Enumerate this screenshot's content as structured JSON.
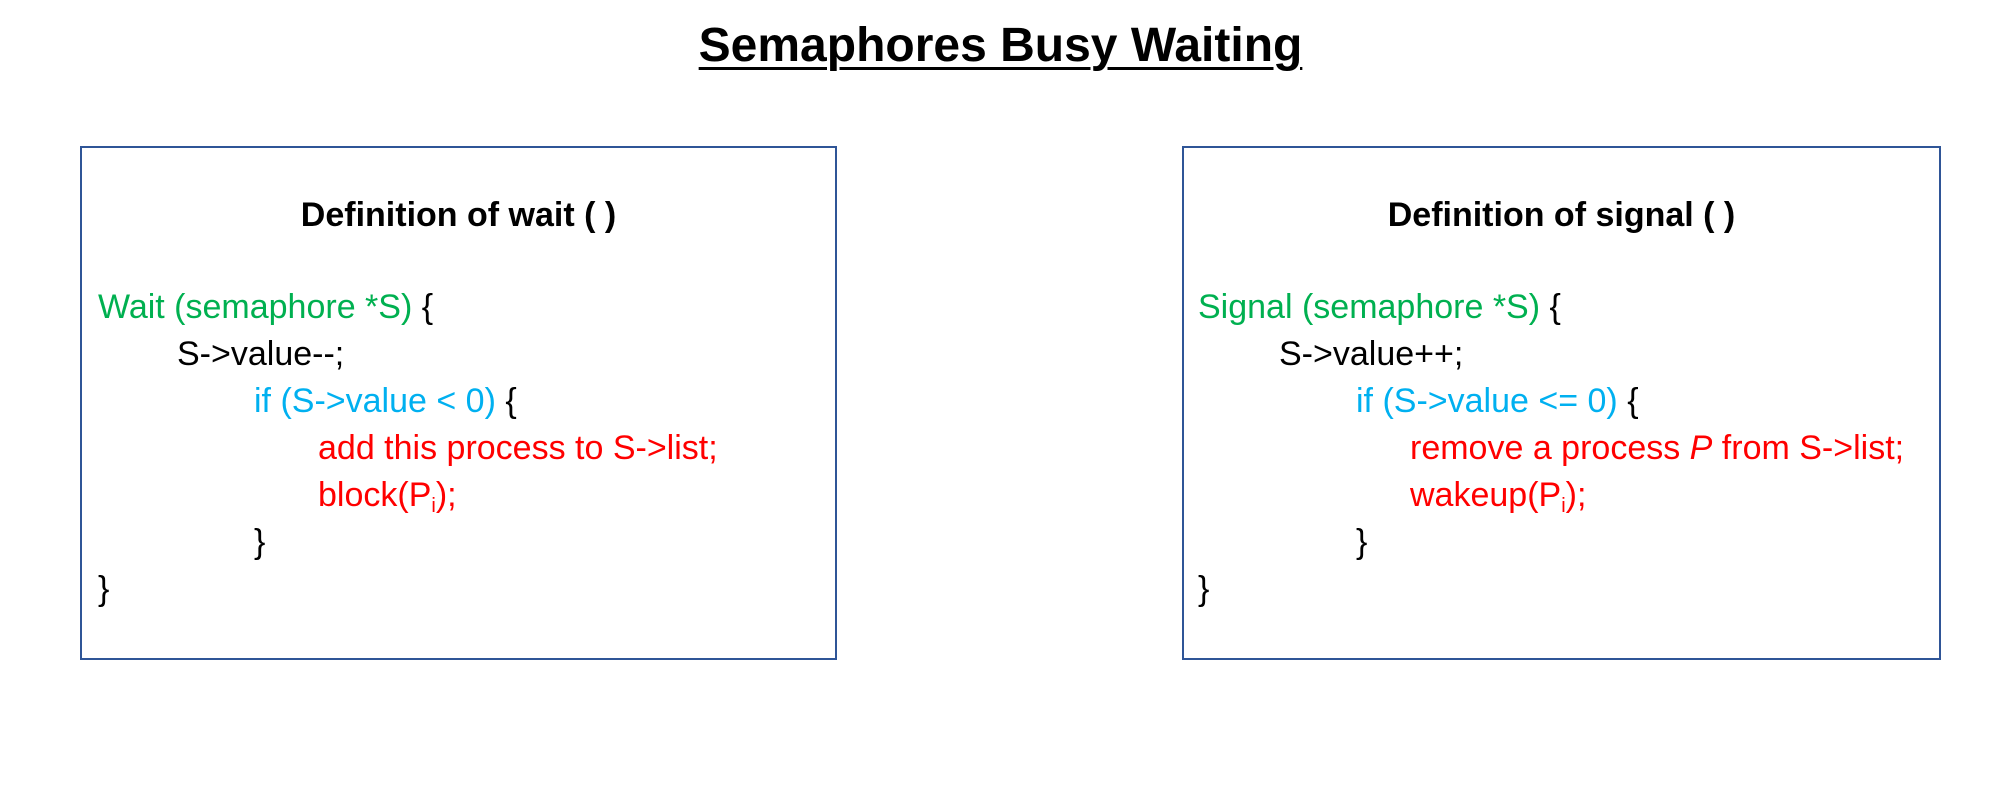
{
  "title": "Semaphores Busy Waiting",
  "colors": {
    "function_header": "#00b050",
    "condition": "#00b0f0",
    "body": "#ff0000",
    "panel_border": "#2f5597"
  },
  "wait_panel": {
    "heading": "Definition of wait ( )",
    "header_code": "Wait (semaphore *S)",
    "header_brace": " {",
    "decrement": "S->value--;",
    "condition_code": "if (S->value < 0)",
    "condition_brace": " {",
    "add_stmt": "add this process to S->list;",
    "block_prefix": "block(P",
    "block_sub": "i",
    "block_suffix": ");",
    "inner_close": "}",
    "outer_close": "}"
  },
  "signal_panel": {
    "heading": "Definition of signal ( )",
    "header_code": "Signal (semaphore *S)",
    "header_brace": " {",
    "increment": "S->value++;",
    "condition_code": "if (S->value <= 0)",
    "condition_brace": " {",
    "remove_prefix": "remove a process ",
    "remove_var": "P",
    "remove_suffix": " from S->list;",
    "wakeup_prefix": "wakeup(P",
    "wakeup_sub": "i",
    "wakeup_suffix": ");",
    "inner_close": "}",
    "outer_close": "}"
  }
}
